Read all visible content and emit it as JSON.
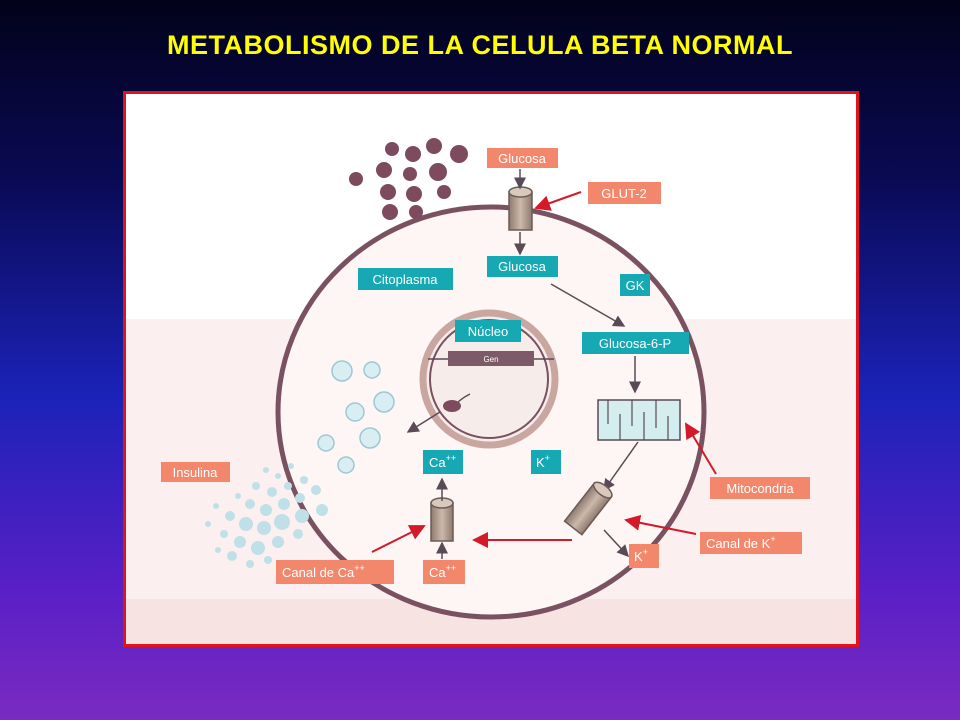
{
  "title": "METABOLISMO DE LA CELULA BETA NORMAL",
  "labels": {
    "glucosa_out": "Glucosa",
    "glut2": "GLUT-2",
    "glucosa_in": "Glucosa",
    "citoplasma": "Citoplasma",
    "gk": "GK",
    "nucleo": "Núcleo",
    "gen": "Gen",
    "glucosa6p": "Glucosa-6-P",
    "insulina": "Insulina",
    "ca_in": "Ca",
    "ca_in_sup": "++",
    "k_in": "K",
    "k_in_sup": "+",
    "mitocondria": "Mitocondria",
    "canal_k": "Canal de K",
    "canal_k_sup": "+",
    "k_out": "K",
    "k_out_sup": "+",
    "canal_ca": "Canal de Ca",
    "canal_ca_sup": "++",
    "ca_out": "Ca",
    "ca_out_sup": "++"
  },
  "colors": {
    "salmon": "#f2876c",
    "teal": "#17a9b3",
    "arrow_red": "#d31a2a",
    "membrane": "#7a5160",
    "title": "#ffff00",
    "frame_border": "#e0141c"
  }
}
